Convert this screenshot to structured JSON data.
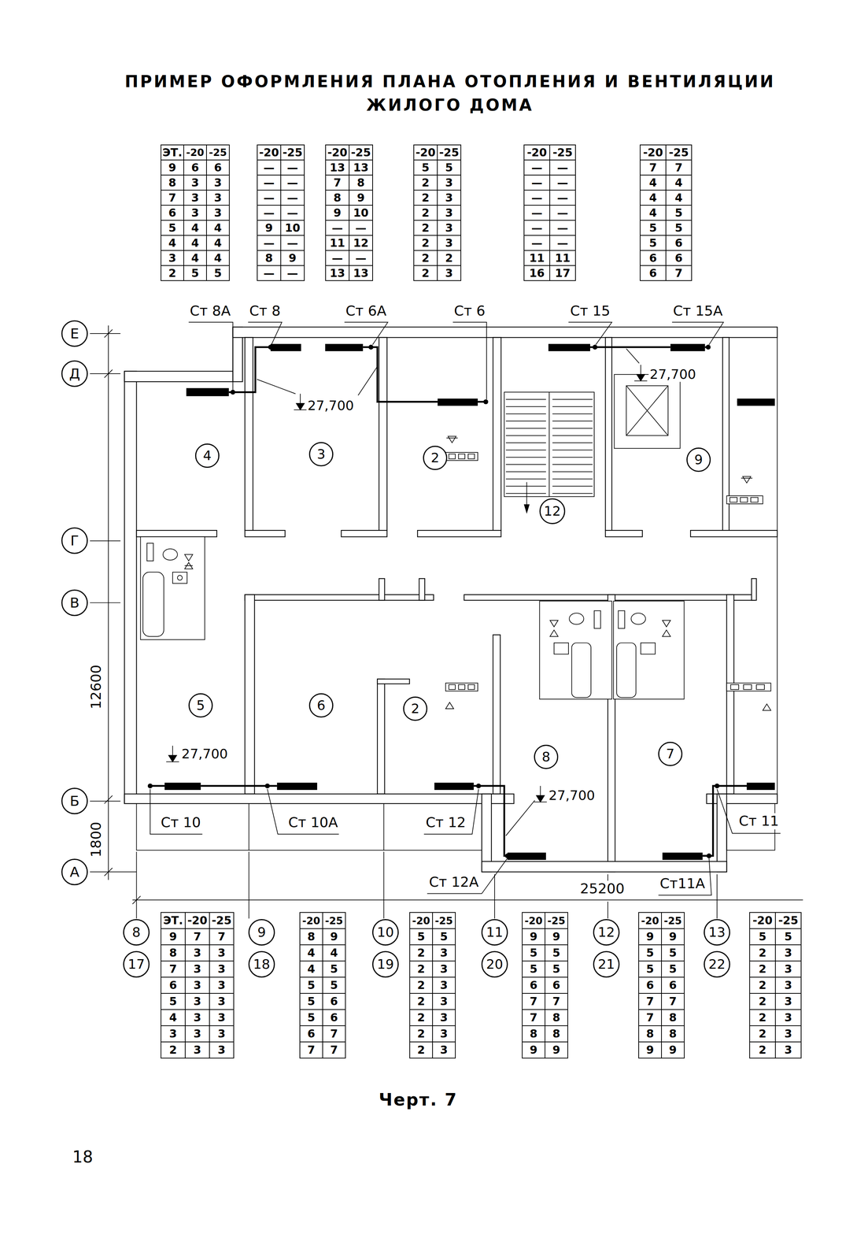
{
  "diagram": {
    "title": "ПРИМЕР ОФОРМЛЕНИЯ ПЛАНА ОТОПЛЕНИЯ И ВЕНТИЛЯЦИИ ЖИЛОГО ДОМА",
    "caption": "Черт. 7",
    "nodes": [
      {
        "text": [
          "Е"
        ]
      },
      {
        "text": [
          "Д"
        ]
      },
      {
        "text": [
          "4"
        ]
      },
      {
        "text": [
          "3"
        ]
      },
      {
        "text": [
          "2"
        ]
      },
      {
        "text": [
          "9"
        ]
      },
      {
        "text": [
          "12"
        ]
      },
      {
        "text": [
          "Г"
        ]
      },
      {
        "text": [
          "В"
        ]
      },
      {
        "text": [
          "5"
        ]
      },
      {
        "text": [
          "6"
        ]
      },
      {
        "text": [
          "2"
        ]
      },
      {
        "text": [
          "8"
        ]
      },
      {
        "text": [
          "7"
        ]
      },
      {
        "text": [
          "Б"
        ]
      },
      {
        "text": [
          "А"
        ]
      },
      {
        "text": [
          "8"
        ]
      },
      {
        "text": [
          "9"
        ]
      },
      {
        "text": [
          "10"
        ]
      },
      {
        "text": [
          "11"
        ]
      },
      {
        "text": [
          "12"
        ]
      },
      {
        "text": [
          "13"
        ]
      },
      {
        "text": [
          "17"
        ]
      },
      {
        "text": [
          "18"
        ]
      },
      {
        "text": [
          "19"
        ]
      },
      {
        "text": [
          "20"
        ]
      },
      {
        "text": [
          "21"
        ]
      },
      {
        "text": [
          "22"
        ]
      }
    ],
    "labels": [
      "ЭТ.",
      "-20",
      "-25",
      "9",
      "6",
      "6",
      "8",
      "3",
      "3",
      "7",
      "3",
      "3",
      "6",
      "3",
      "3",
      "5",
      "4",
      "4",
      "4",
      "4",
      "4",
      "3",
      "4",
      "4",
      "2",
      "5",
      "5",
      "-20",
      "-25",
      "—",
      "—",
      "—",
      "—",
      "—",
      "—",
      "—",
      "—",
      "9",
      "10",
      "—",
      "—",
      "8",
      "9",
      "—",
      "—",
      "-20",
      "-25",
      "13",
      "13",
      "7",
      "8",
      "8",
      "9",
      "9",
      "10",
      "—",
      "—",
      "11",
      "12",
      "—",
      "—",
      "13",
      "13",
      "-20",
      "-25",
      "5",
      "5",
      "2",
      "3",
      "2",
      "3",
      "2",
      "3",
      "2",
      "3",
      "2",
      "3",
      "2",
      "2",
      "2",
      "3",
      "-20",
      "-25",
      "—",
      "—",
      "—",
      "—",
      "—",
      "—",
      "—",
      "—",
      "—",
      "—",
      "—",
      "—",
      "11",
      "11",
      "16",
      "17",
      "-20",
      "-25",
      "7",
      "7",
      "4",
      "4",
      "4",
      "4",
      "4",
      "5",
      "5",
      "5",
      "5",
      "6",
      "6",
      "6",
      "6",
      "7",
      "ЭТ.",
      "-20",
      "-25",
      "9",
      "7",
      "7",
      "8",
      "3",
      "3",
      "7",
      "3",
      "3",
      "6",
      "3",
      "3",
      "5",
      "3",
      "3",
      "4",
      "3",
      "3",
      "3",
      "3",
      "3",
      "2",
      "3",
      "3",
      "-20",
      "-25",
      "8",
      "9",
      "4",
      "4",
      "4",
      "5",
      "5",
      "5",
      "5",
      "6",
      "5",
      "6",
      "6",
      "7",
      "7",
      "7",
      "-20",
      "-25",
      "5",
      "5",
      "2",
      "3",
      "2",
      "3",
      "2",
      "3",
      "2",
      "3",
      "2",
      "3",
      "2",
      "3",
      "2",
      "3",
      "-20",
      "-25",
      "9",
      "9",
      "5",
      "5",
      "5",
      "5",
      "6",
      "6",
      "7",
      "7",
      "7",
      "8",
      "8",
      "8",
      "9",
      "9",
      "-20",
      "-25",
      "9",
      "9",
      "5",
      "5",
      "5",
      "5",
      "6",
      "6",
      "7",
      "7",
      "7",
      "8",
      "8",
      "8",
      "9",
      "9",
      "-20",
      "-25",
      "5",
      "5",
      "2",
      "3",
      "2",
      "3",
      "2",
      "3",
      "2",
      "3",
      "2",
      "3",
      "2",
      "3",
      "2",
      "3",
      "Ст 8А",
      "Ст 8",
      "Ст 6А",
      "Ст 6",
      "Ст 15",
      "Ст 15А",
      "27,700",
      "27,700",
      "12600",
      "27,700",
      "27,700",
      "Ст 10",
      "Ст 10А",
      "Ст 12",
      "Ст 11",
      "Ст 12А",
      "Ст11А",
      "25200",
      "1800",
      "18"
    ]
  }
}
